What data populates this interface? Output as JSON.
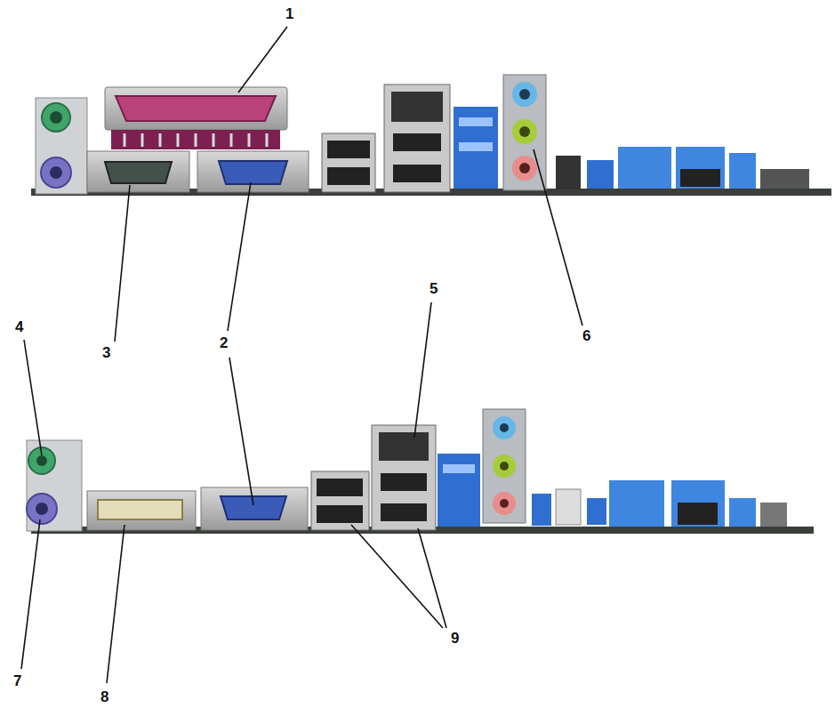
{
  "diagram": {
    "labels": [
      "1",
      "5",
      "4",
      "6",
      "2",
      "3",
      "9",
      "7",
      "8"
    ]
  }
}
